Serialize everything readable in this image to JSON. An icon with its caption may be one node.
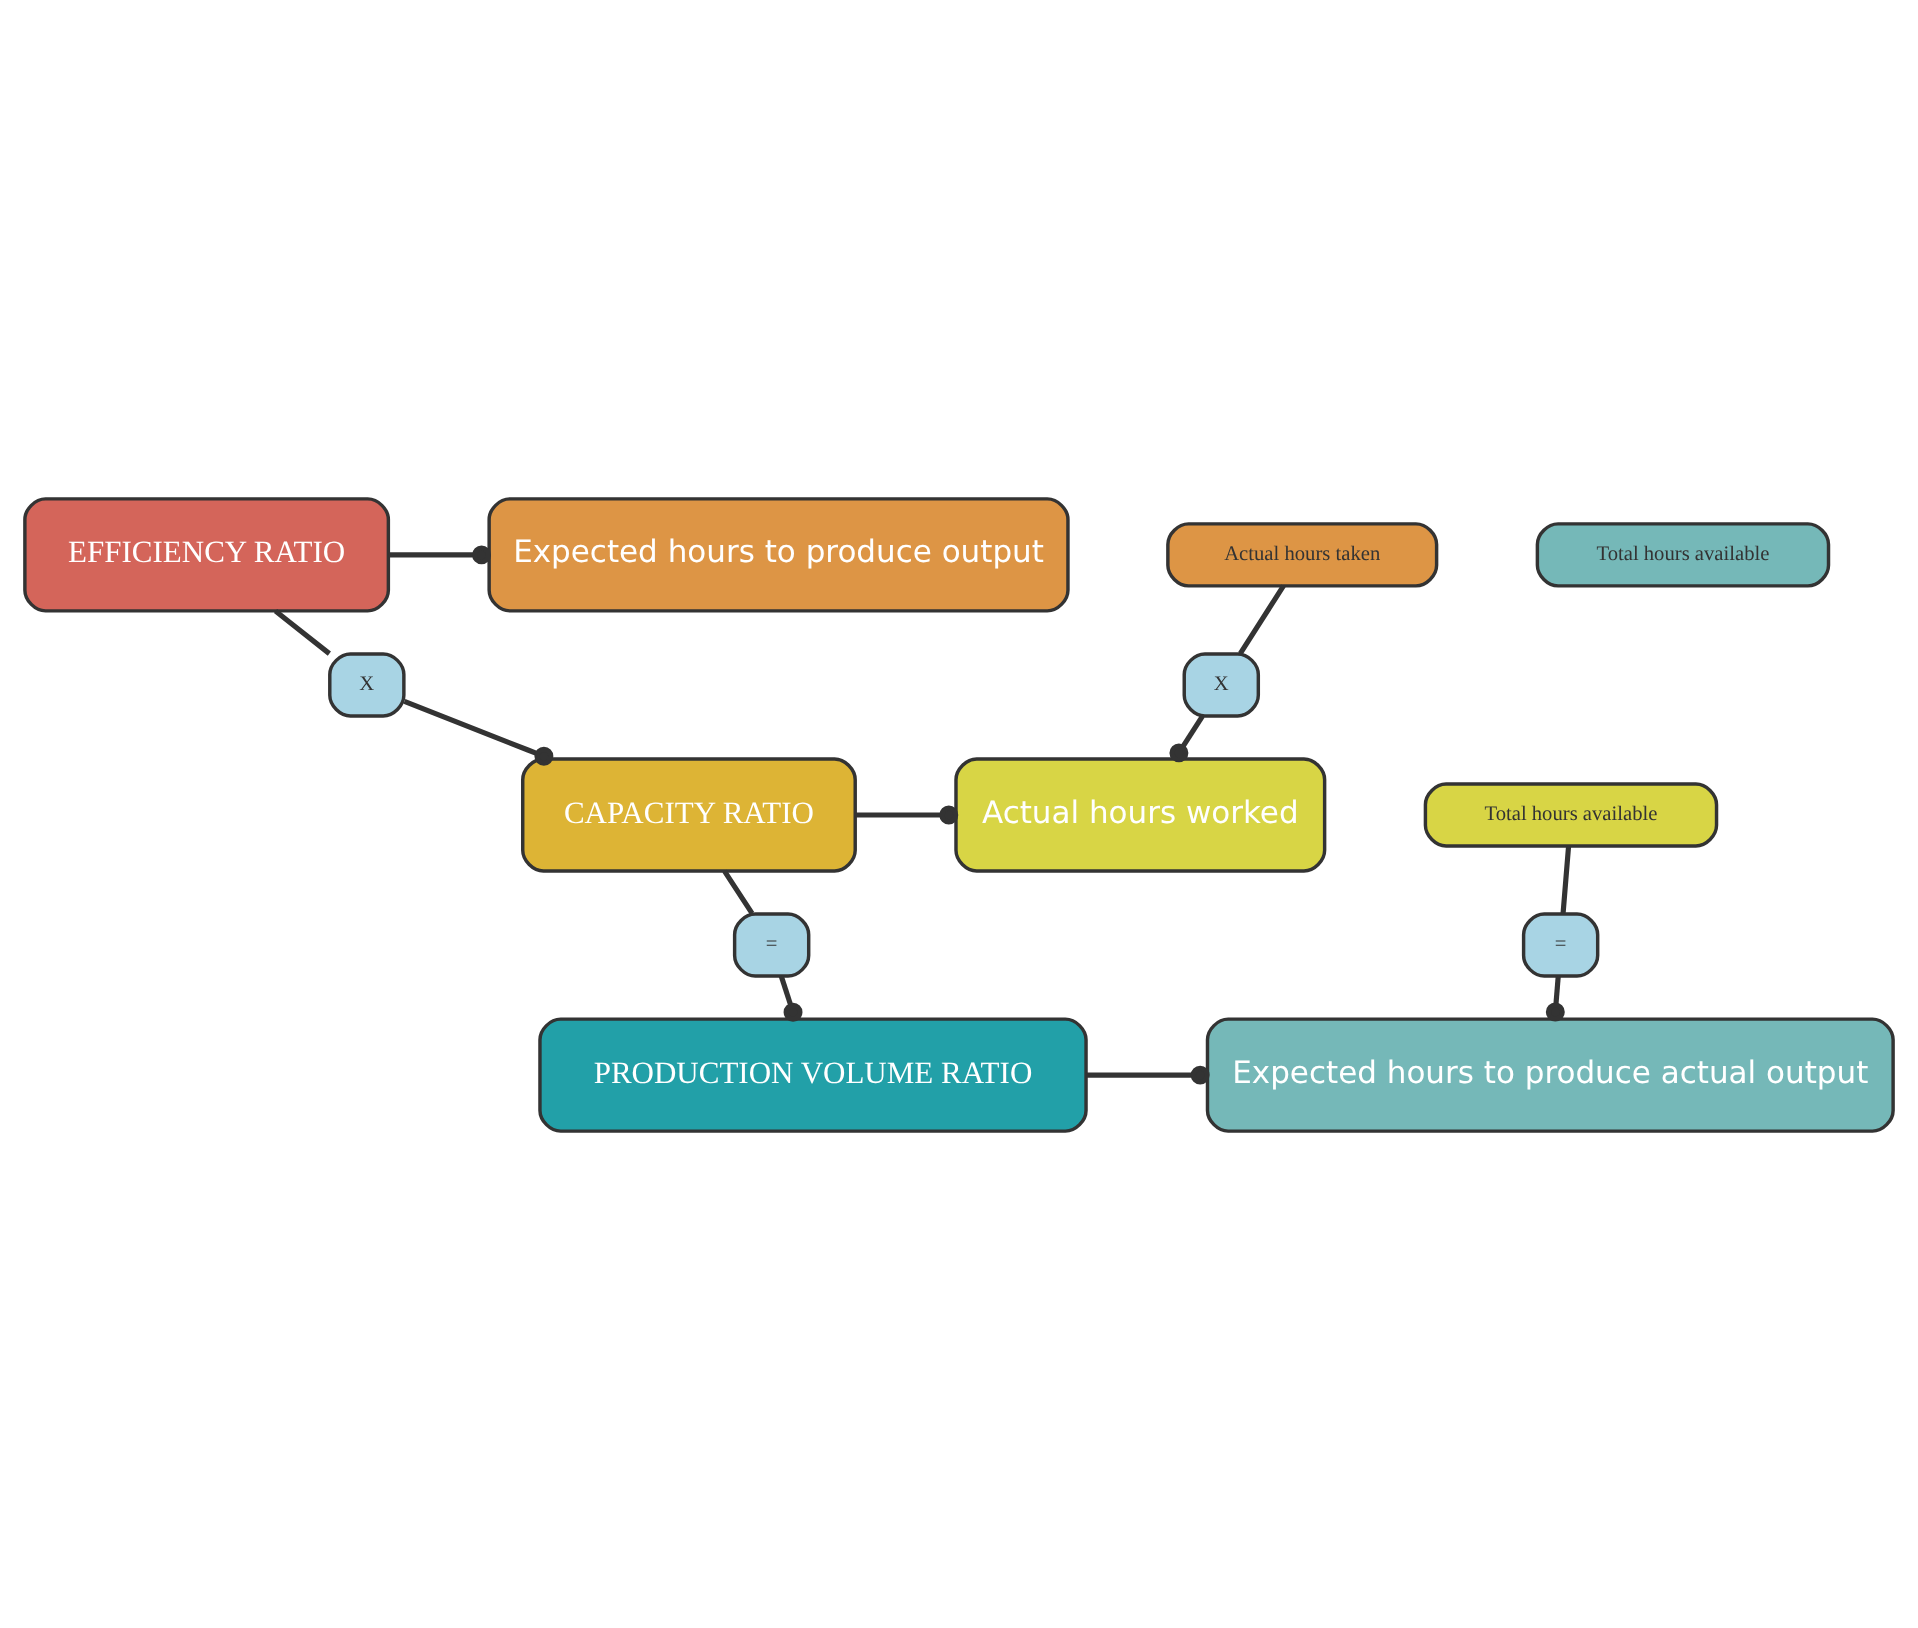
{
  "diagram": {
    "nodes": [
      {
        "text": [
          "EFFICIENCY RATIO"
        ]
      },
      {
        "text": [
          "Expected hours to produce output"
        ]
      },
      {
        "text": [
          "Actual hours taken"
        ]
      },
      {
        "text": [
          "X"
        ]
      },
      {
        "text": [
          "X"
        ]
      },
      {
        "text": [
          "CAPACITY RATIO"
        ]
      },
      {
        "text": [
          "Actual hours worked"
        ]
      },
      {
        "text": [
          "Total hours available"
        ]
      },
      {
        "text": [
          "="
        ]
      },
      {
        "text": [
          "="
        ]
      },
      {
        "text": [
          "PRODUCTION VOLUME RATIO"
        ]
      },
      {
        "text": [
          "Expected hours to produce actual output"
        ]
      },
      {
        "text": [
          "Total hours available"
        ]
      }
    ],
    "edges": [
      {
        "from": 0,
        "to": 1,
        "arrow": "other"
      },
      {
        "from": 0,
        "to": 3,
        "arrow": "none"
      },
      {
        "from": 3,
        "to": 5,
        "arrow": "other"
      },
      {
        "from": 2,
        "to": 4,
        "arrow": "none"
      },
      {
        "from": 4,
        "to": 6,
        "arrow": "other"
      },
      {
        "from": 5,
        "to": 6,
        "arrow": "other"
      },
      {
        "from": 5,
        "to": 8,
        "arrow": "none"
      },
      {
        "from": 8,
        "to": 10,
        "arrow": "other"
      },
      {
        "from": 7,
        "to": 9,
        "arrow": "none"
      },
      {
        "from": 9,
        "to": 11,
        "arrow": "other"
      },
      {
        "from": 10,
        "to": 11,
        "arrow": "other"
      }
    ]
  }
}
